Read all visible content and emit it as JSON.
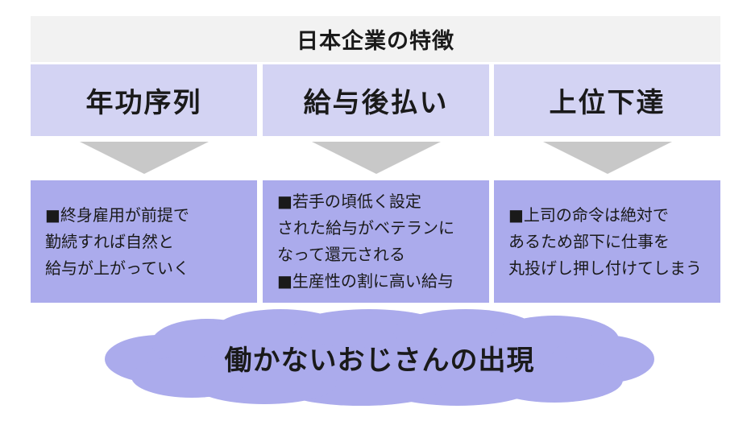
{
  "title": "日本企業の特徴",
  "columns": [
    {
      "heading": "年功序列",
      "lines": [
        "■終身雇用が前提で",
        "勤続すれば自然と",
        "給与が上がっていく"
      ]
    },
    {
      "heading": "給与後払い",
      "lines": [
        "■若手の頃低く設定",
        "された給与がベテランに",
        "なって還元される",
        "■生産性の割に高い給与"
      ]
    },
    {
      "heading": "上位下達",
      "lines": [
        "■上司の命令は絶対で",
        "あるため部下に仕事を",
        "丸投げし押し付けてしまう"
      ]
    }
  ],
  "result": "働かないおじさんの出現",
  "colors": {
    "title_bg": "#f2f2f2",
    "header_bg": "#d3d3f3",
    "desc_bg": "#ababec",
    "arrow": "#c8c8c8",
    "cloud": "#ababec"
  }
}
